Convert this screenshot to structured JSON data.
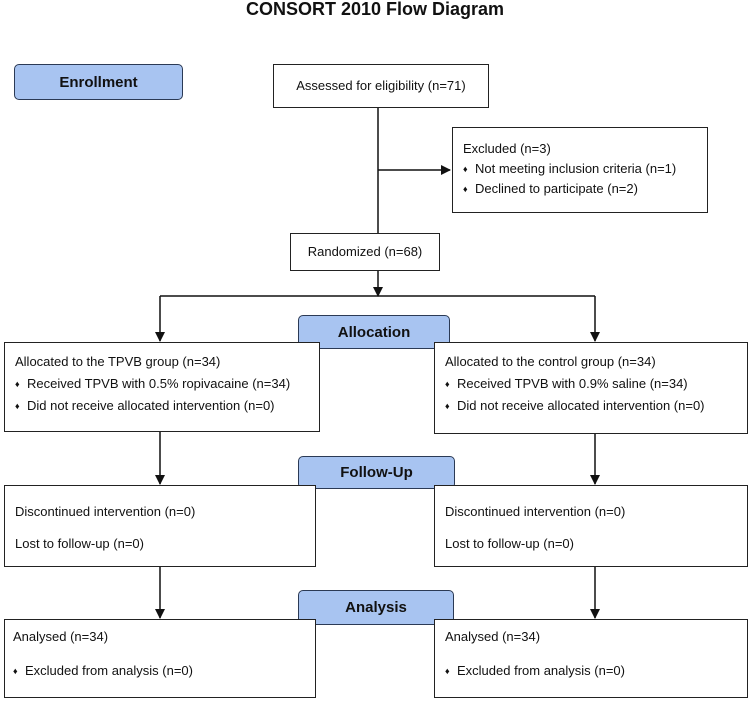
{
  "title": "CONSORT 2010 Flow Diagram",
  "phases": {
    "enrollment": "Enrollment",
    "allocation": "Allocation",
    "followup": "Follow-Up",
    "analysis": "Analysis"
  },
  "assessed": "Assessed for eligibility (n=71)",
  "excluded": {
    "heading": "Excluded (n=3)",
    "items": [
      "Not meeting inclusion criteria (n=1)",
      "Declined to participate (n=2)"
    ]
  },
  "randomized": "Randomized (n=68)",
  "left": {
    "allocation": {
      "heading": "Allocated to the TPVB group (n=34)",
      "items": [
        "Received TPVB with 0.5% ropivacaine (n=34)",
        "Did not receive allocated intervention (n=0)"
      ]
    },
    "followup": [
      "Discontinued intervention (n=0)",
      "Lost to follow-up (n=0)"
    ],
    "analysis": {
      "heading": "Analysed (n=34)",
      "items": [
        "Excluded from analysis (n=0)"
      ]
    }
  },
  "right": {
    "allocation": {
      "heading": "Allocated to the control group (n=34)",
      "items": [
        "Received TPVB with 0.9% saline (n=34)",
        "Did not receive allocated intervention (n=0)"
      ]
    },
    "followup": [
      "Discontinued intervention (n=0)",
      "Lost to follow-up (n=0)"
    ],
    "analysis": {
      "heading": "Analysed (n=34)",
      "items": [
        "Excluded from analysis (n=0)"
      ]
    }
  },
  "bullet_symbol": "♦"
}
